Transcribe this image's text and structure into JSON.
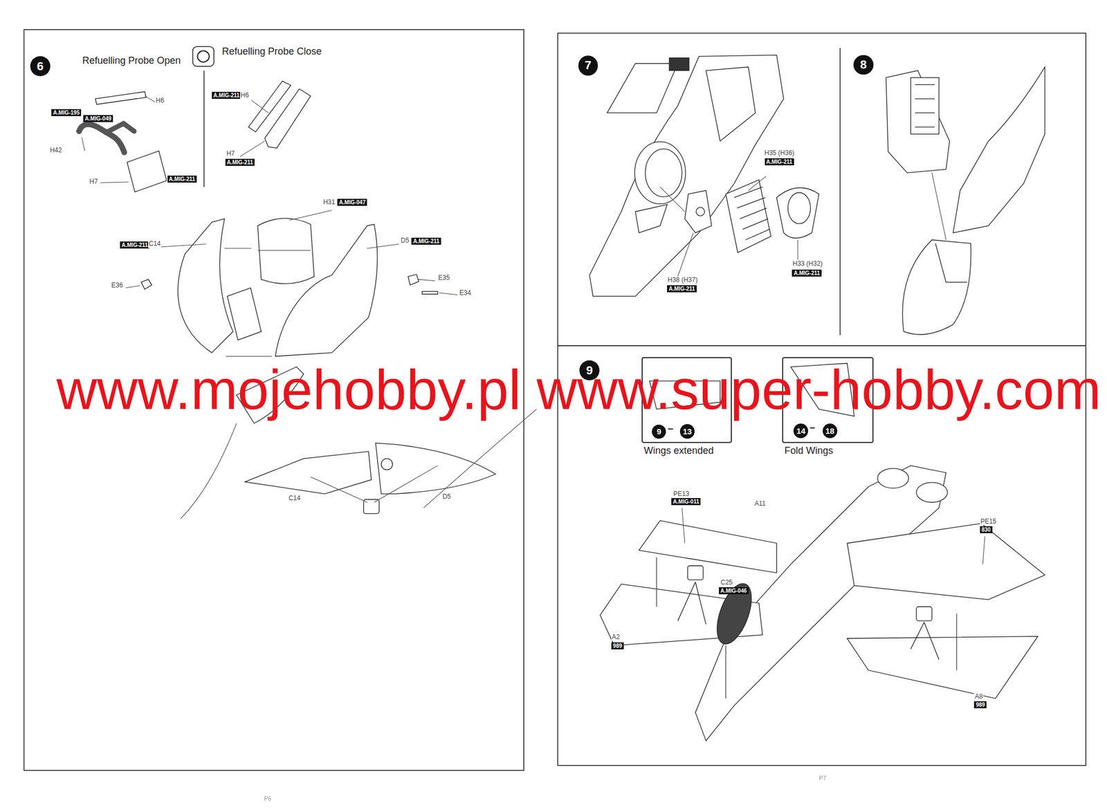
{
  "diagram": {
    "nodes": [
      {
        "text": [
          "6"
        ]
      },
      {
        "text": [
          "7"
        ]
      },
      {
        "text": [
          "8"
        ]
      },
      {
        "text": [
          "9"
        ]
      },
      {
        "text": [
          "Wings extended"
        ]
      },
      {
        "text": [
          "9"
        ],
        "in": 4
      },
      {
        "text": [
          "13"
        ],
        "in": 4
      },
      {
        "text": [
          "Fold Wings"
        ]
      },
      {
        "text": [
          "14"
        ],
        "in": 7
      },
      {
        "text": [
          "18"
        ],
        "in": 7
      }
    ],
    "labels": [
      "Refuelling Probe Open",
      "Refuelling Probe Close",
      "H6",
      "A.MIG-195",
      "A.MIG-049",
      "H42",
      "H7",
      "A.MIG-211",
      "A.MIG-211",
      "H6",
      "H7",
      "A.MIG-211",
      "H31",
      "A.MIG-047",
      "A.MIG-211",
      "C14",
      "D5",
      "A.MIG-211",
      "E36",
      "E35",
      "E34",
      "C14",
      "D5",
      "www.mojehobby.pl www.super-hobby.com",
      "P6",
      "H35 (H36)",
      "A.MIG-211",
      "H38 (H37)",
      "A.MIG-211",
      "H33 (H32)",
      "A.MIG-211",
      "–",
      "–",
      "PE13",
      "A.MIG-011",
      "A11",
      "C25",
      "A.MIG-046",
      "A2",
      "989",
      "PE15",
      "830",
      "A8",
      "989",
      "P7"
    ]
  }
}
